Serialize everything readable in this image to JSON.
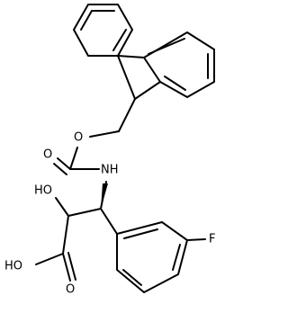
{
  "structure": {
    "atoms": {
      "ester_oxygen": "O",
      "carbonyl_oxygen": "O",
      "amide_nitrogen": "NH",
      "hydroxyl": "HO",
      "acid_hydroxyl": "HO",
      "acid_carbonyl_oxygen": "O",
      "fluorine": "F"
    },
    "colors": {
      "bond": "#000000",
      "label": "#000000",
      "background": "#ffffff"
    }
  }
}
